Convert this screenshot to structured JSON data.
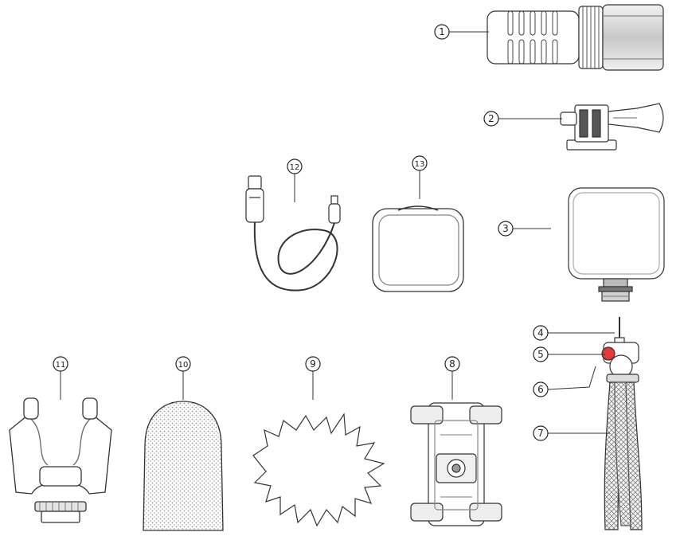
{
  "diagram": {
    "labels": [
      {
        "id": "1",
        "text": "1",
        "part": "microphone"
      },
      {
        "id": "2",
        "text": "2",
        "part": "action-camera-adapter"
      },
      {
        "id": "3",
        "text": "3",
        "part": "led-video-light"
      },
      {
        "id": "4",
        "text": "4",
        "part": "cold-shoe-screw"
      },
      {
        "id": "5",
        "text": "5",
        "part": "ball-head-lock-knob"
      },
      {
        "id": "6",
        "text": "6",
        "part": "ball-head"
      },
      {
        "id": "7",
        "text": "7",
        "part": "flexible-tripod"
      },
      {
        "id": "8",
        "text": "8",
        "part": "phone-holder"
      },
      {
        "id": "9",
        "text": "9",
        "part": "furry-windscreen"
      },
      {
        "id": "10",
        "text": "10",
        "part": "foam-windscreen"
      },
      {
        "id": "11",
        "text": "11",
        "part": "shock-mount"
      },
      {
        "id": "12",
        "text": "12",
        "part": "charging-cable"
      },
      {
        "id": "13",
        "text": "13",
        "part": "carrying-case"
      }
    ],
    "colors": {
      "line": "#333333",
      "grey": "#8a8a8a",
      "light": "#d6d6d6",
      "accent": "#e23a3a"
    }
  }
}
